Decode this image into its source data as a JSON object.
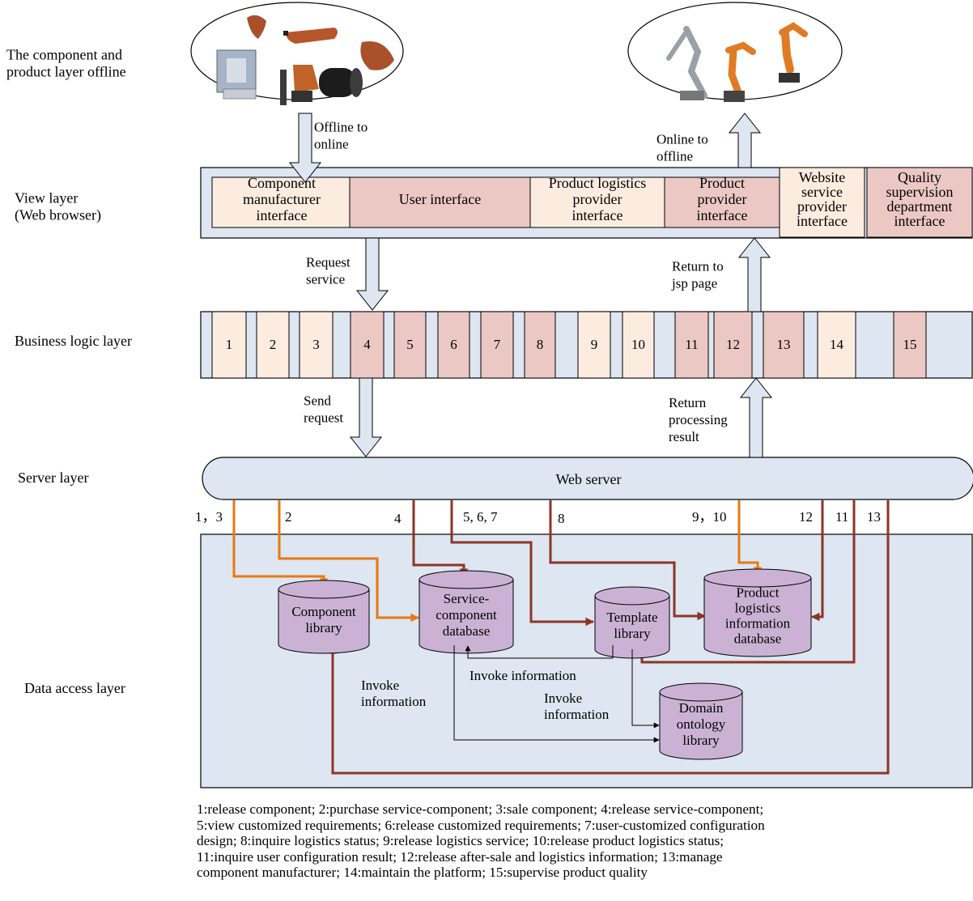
{
  "layers": [
    [
      "The component and",
      "product layer offline"
    ],
    [
      "View layer",
      "(Web browser)"
    ],
    [
      "Business logic layer"
    ],
    [
      "Server layer"
    ],
    [
      "Data access layer"
    ]
  ],
  "view_boxes": [
    {
      "lines": [
        "Component",
        "manufacturer",
        "interface"
      ],
      "role": "manufacturer"
    },
    {
      "lines": [
        "User interface"
      ],
      "role": "user"
    },
    {
      "lines": [
        "Product logistics",
        "provider",
        "interface"
      ],
      "role": "manufacturer"
    },
    {
      "lines": [
        "Product",
        "provider",
        "interface"
      ],
      "role": "user"
    },
    {
      "lines": [
        "Website",
        "service",
        "provider",
        "interface"
      ],
      "role": "manufacturer"
    },
    {
      "lines": [
        "Quality",
        "supervision",
        "department",
        "interface"
      ],
      "role": "user"
    }
  ],
  "logic_boxes": [
    "1",
    "2",
    "3",
    "4",
    "5",
    "6",
    "7",
    "8",
    "9",
    "10",
    "11",
    "12",
    "13",
    "14",
    "15"
  ],
  "arrow_labels": {
    "offline_to_online": [
      "Offline to",
      "online"
    ],
    "online_to_offline": [
      "Online to",
      "offline"
    ],
    "request_service": [
      "Request",
      "service"
    ],
    "return_jsp": [
      "Return to",
      "jsp page"
    ],
    "send_request": [
      "Send",
      "request"
    ],
    "return_result": [
      "Return",
      "processing",
      "result"
    ]
  },
  "server_label": "Web server",
  "route_labels": [
    "1，3",
    "2",
    "4",
    "5, 6, 7",
    "8",
    "9，10",
    "12",
    "11",
    "13"
  ],
  "databases": [
    [
      "Component",
      "library"
    ],
    [
      "Service-",
      "component",
      "database"
    ],
    [
      "Template",
      "library"
    ],
    [
      "Product",
      "logistics",
      "information",
      "database"
    ],
    [
      "Domain",
      "ontology",
      "library"
    ]
  ],
  "invoke_labels": [
    [
      "Invoke information"
    ],
    [
      "Invoke",
      "information"
    ],
    [
      "Invoke",
      "information"
    ]
  ],
  "legend": [
    "1:release component; 2:purchase service-component; 3:sale component; 4:release service-component;",
    "5:view customized requirements; 6:release customized requirements; 7:user-customized configuration",
    "design; 8:inquire logistics status; 9:release logistics service; 10:release product logistics status;",
    "11:inquire user configuration result; 12:release after-sale and logistics information; 13:manage",
    "component manufacturer; 14:maintain the platform; 15:supervise product quality"
  ],
  "colors": {
    "panel": "#dde6f1",
    "manufacturer": "#fcece0",
    "user": "#ecc8c5",
    "database": "#cbb2d5",
    "orange_route": "#e8780f",
    "brown_route": "#8c3526"
  },
  "icons": [
    "robot-parts-icon",
    "industrial-robots-icon"
  ]
}
